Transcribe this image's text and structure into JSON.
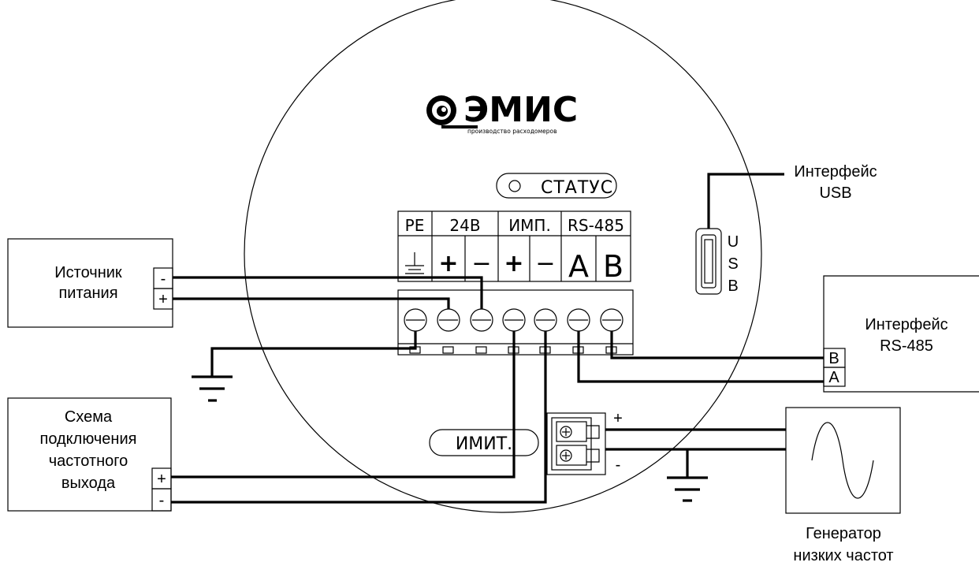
{
  "logo": {
    "brand": "ЭМИС",
    "tagline": "производство расходомеров"
  },
  "status_label": "СТАТУС",
  "terminal_headers": [
    "PE",
    "24В",
    "ИМП.",
    "RS-485"
  ],
  "terminal_symbols": [
    "+",
    "−",
    "+",
    "−",
    "A",
    "B"
  ],
  "usb_vertical_label": [
    "U",
    "S",
    "B"
  ],
  "imit_label": "ИМИТ.",
  "usb_interface": {
    "line1": "Интерфейс",
    "line2": "USB"
  },
  "power_source": {
    "line1": "Источник",
    "line2": "питания",
    "pin_minus": "-",
    "pin_plus": "+"
  },
  "rs485_interface": {
    "line1": "Интерфейс",
    "line2": "RS-485",
    "pin_b": "B",
    "pin_a": "A"
  },
  "freq_output": {
    "line1": "Схема",
    "line2": "подключения",
    "line3": "частотного",
    "line4": "выхода",
    "pin_plus": "+",
    "pin_minus": "-"
  },
  "generator": {
    "line1": "Генератор",
    "line2": "низких частот",
    "pin_plus": "+",
    "pin_minus": "-"
  }
}
